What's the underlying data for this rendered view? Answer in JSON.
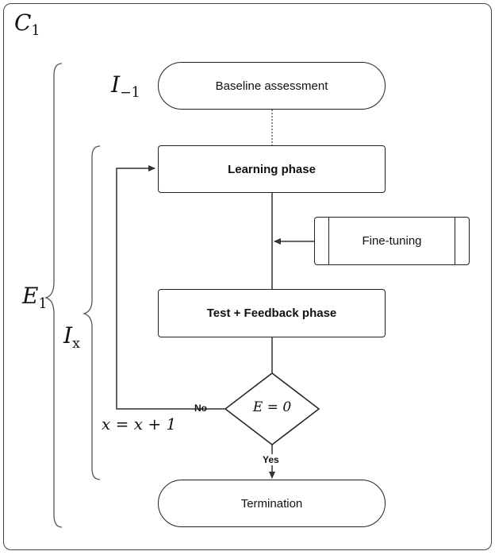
{
  "outer": {
    "label_var": "C",
    "label_sub": "1"
  },
  "iterations": {
    "baseline_var": "I",
    "baseline_sub": "−1",
    "loop_var": "I",
    "loop_sub": "x",
    "experiment_var": "E",
    "experiment_sub": "1"
  },
  "nodes": {
    "baseline": "Baseline assessment",
    "learning": "Learning phase",
    "finetune": "Fine-tuning",
    "test": "Test + Feedback phase",
    "decision": "E = 0",
    "termination": "Termination"
  },
  "edges": {
    "no": "No",
    "yes": "Yes",
    "increment": "x = x + 1"
  }
}
